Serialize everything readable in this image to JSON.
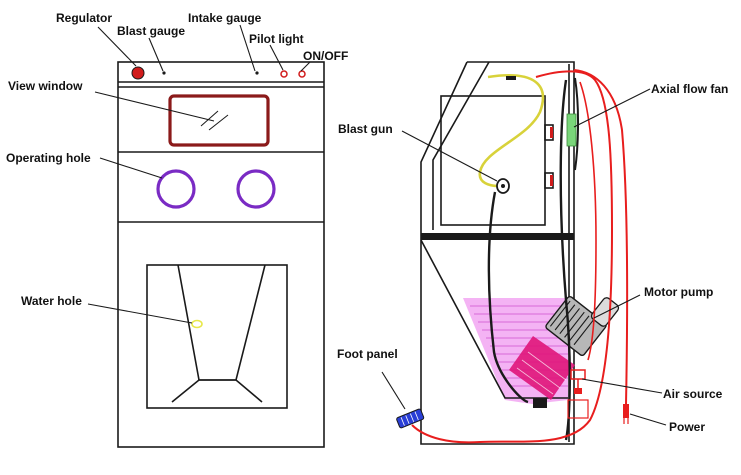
{
  "labels": {
    "regulator": "Regulator",
    "blast_gauge": "Blast gauge",
    "intake_gauge": "Intake gauge",
    "pilot_light": "Pilot light",
    "on_off": "ON/OFF",
    "view_window": "View window",
    "operating_hole": "Operating hole",
    "water_hole": "Water hole",
    "blast_gun": "Blast gun",
    "axial_flow_fan": "Axial flow fan",
    "motor_pump": "Motor pump",
    "foot_panel": "Foot panel",
    "air_source": "Air source",
    "power": "Power"
  },
  "colors": {
    "outline": "#1a1a1a",
    "window_frame": "#8b1a1a",
    "operating_hole_ring": "#7a2bc4",
    "regulator_knob": "#d11b1b",
    "pilot_light": "#d11b1b",
    "water_hole": "#e8e84a",
    "air_hose": "#e81e1e",
    "blast_hose_yellow": "#d8d23a",
    "water_fill": "#f2a6f2",
    "pump_element": "#e0157a",
    "fan": "#7ad67a",
    "foot_pedal": "#2a3fd6"
  }
}
